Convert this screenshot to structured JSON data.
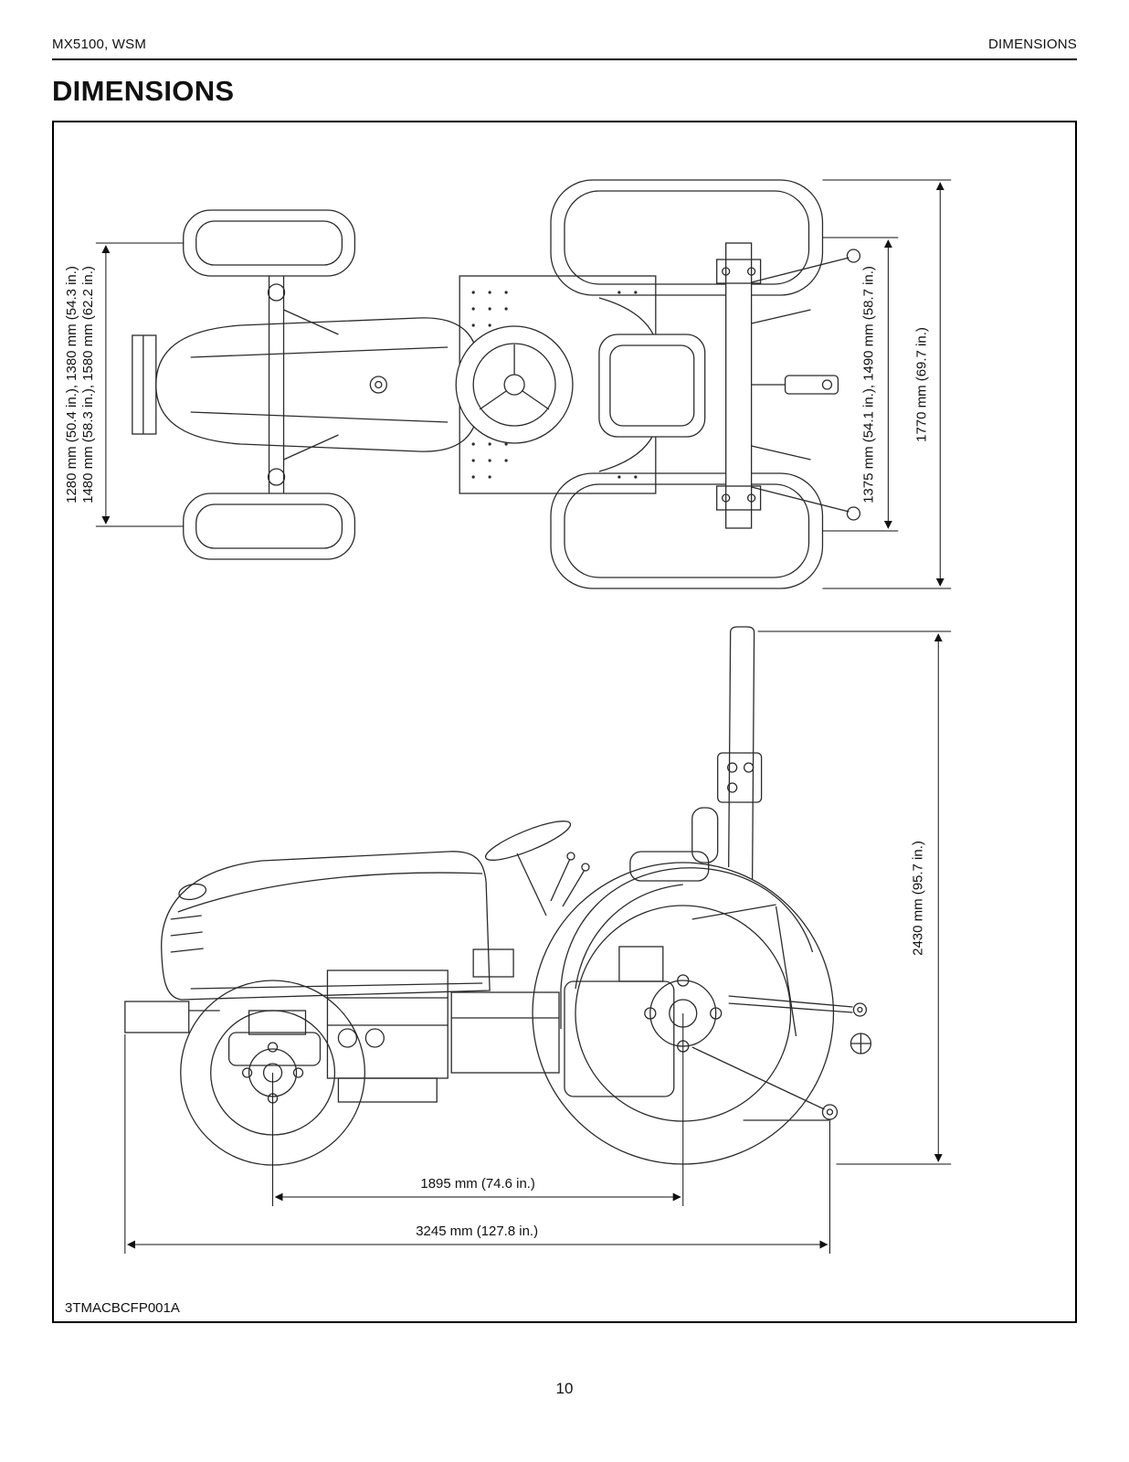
{
  "page": {
    "header": {
      "left": "MX5100, WSM",
      "right": "DIMENSIONS"
    },
    "title": "DIMENSIONS",
    "page_number": "10"
  },
  "figure": {
    "code": "3TMACBCFP001A",
    "top_view": {
      "front_tread_line1": "1280 mm (50.4 in.), 1380 mm (54.3 in.)",
      "front_tread_line2": "1480 mm (58.3 in.), 1580 mm (62.2 in.)",
      "rear_tread": "1375 mm (54.1 in.), 1490 mm (58.7 in.)",
      "overall_width": "1770 mm (69.7 in.)"
    },
    "side_view": {
      "overall_height": "2430 mm (95.7 in.)",
      "wheelbase": "1895 mm (74.6 in.)",
      "overall_length": "3245 mm (127.8 in.)"
    }
  }
}
